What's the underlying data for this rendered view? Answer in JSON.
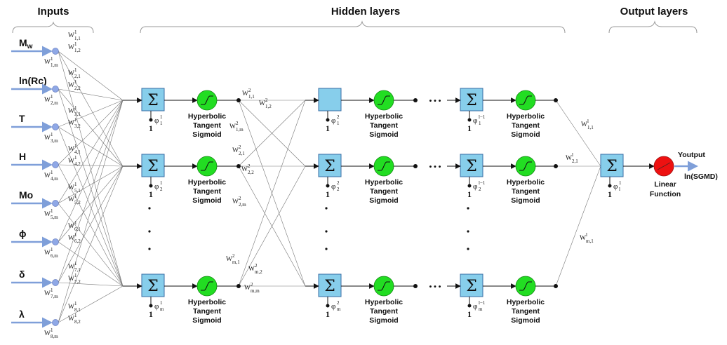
{
  "headers": {
    "inputs": "Inputs",
    "hidden": "Hidden layers",
    "output": "Output layers"
  },
  "inputs": [
    {
      "label": "M",
      "sub": "w"
    },
    {
      "label": "ln(Rc)"
    },
    {
      "label": "T"
    },
    {
      "label": "H"
    },
    {
      "label": "Mo"
    },
    {
      "label": "ϕ"
    },
    {
      "label": "δ"
    },
    {
      "label": "λ"
    }
  ],
  "input_weights": [
    {
      "a": "1,1",
      "b": "1,2",
      "c": "1,m"
    },
    {
      "a": "2,1",
      "b": "2,2",
      "c": "2,m"
    },
    {
      "a": "3,1",
      "b": "3,2",
      "c": "3,m"
    },
    {
      "a": "4,1",
      "b": "4,2",
      "c": "4,m"
    },
    {
      "a": "5,1",
      "b": "5,2",
      "c": "5,m"
    },
    {
      "a": "6,1",
      "b": "6,2",
      "c": "6,m"
    },
    {
      "a": "7,1",
      "b": "7,2",
      "c": "7,m"
    },
    {
      "a": "8,1",
      "b": "8,2",
      "c": "8,m"
    }
  ],
  "weight_symbol": "W",
  "sup_1": "1",
  "sup_2": "2",
  "sup_l": "l",
  "sup_lm1": "l−1",
  "sigma": "Σ",
  "phi": "φ",
  "bias_one": "1",
  "activation": [
    "Hyperbolic",
    "Tangent",
    "Sigmoid"
  ],
  "l1_bias_subs": [
    "1",
    "2",
    "m"
  ],
  "l2_bias_subs": [
    "1",
    "2",
    "m"
  ],
  "l3_bias_subs": [
    "1",
    "2",
    "m"
  ],
  "layer2_weights": [
    "1,1",
    "1,2",
    "1,m",
    "2,1",
    "2,2",
    "2,m",
    "m,1",
    "m,2",
    "m,m"
  ],
  "output_weights": [
    "1,1",
    "2,1",
    "m,1"
  ],
  "ellipsis": "• • •",
  "output": {
    "bias_sub": "l",
    "function": [
      "Linear",
      "Function"
    ],
    "youtput": "Youtput",
    "result": "ln(SGMD)"
  },
  "colors": {
    "node": "#8fa8e6",
    "sum_box": "#87ceeb",
    "activation": "#22dd22",
    "linear": "#ee1111",
    "arrow": "#7f9fd9"
  }
}
